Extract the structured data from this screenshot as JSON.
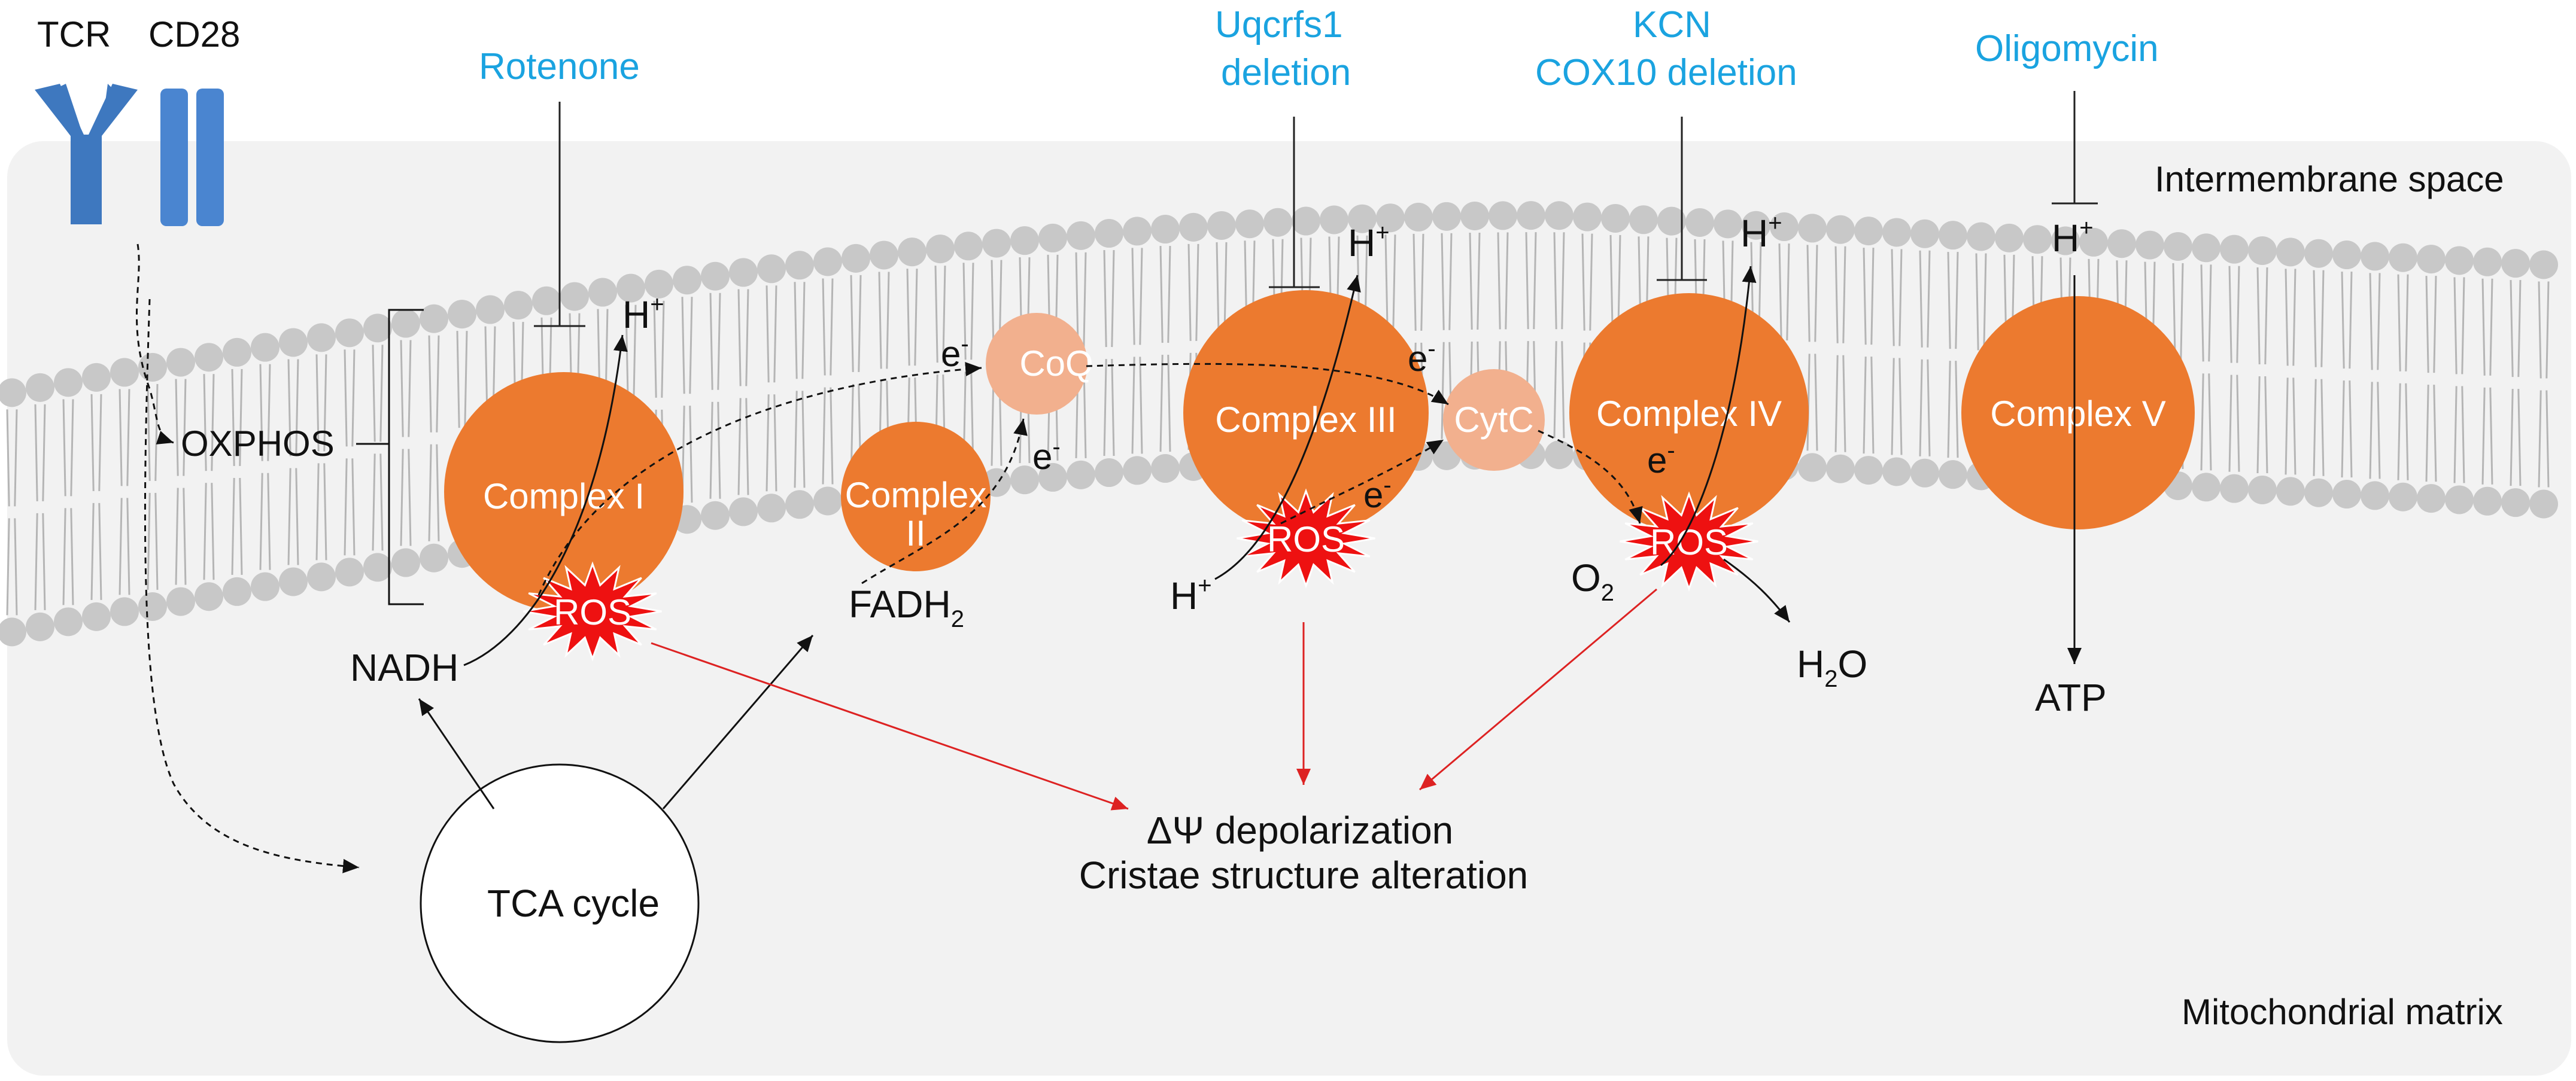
{
  "receptors": {
    "tcr": "TCR",
    "cd28": "CD28"
  },
  "inhibitors": {
    "rotenone": "Rotenone",
    "uqcrfs1_line1": "Uqcrfs1",
    "uqcrfs1_line2": "deletion",
    "kcn_line1": "KCN",
    "kcn_line2": "COX10 deletion",
    "oligomycin": "Oligomycin"
  },
  "regions": {
    "intermembrane": "Intermembrane space",
    "matrix": "Mitochondrial matrix"
  },
  "complexes": {
    "c1": "Complex I",
    "c2_line1": "Complex",
    "c2_line2": "II",
    "c3": "Complex III",
    "c4": "Complex IV",
    "c5": "Complex V"
  },
  "carriers": {
    "coq": "CoQ",
    "cytc": "CytC"
  },
  "labels": {
    "oxphos": "OXPHOS",
    "nadh": "NADH",
    "fadh_base": "FADH",
    "fadh_sub": "2",
    "h": "H",
    "h_sup": "+",
    "e": "e",
    "e_sup": "-",
    "o_base": "O",
    "o_sub": "2",
    "h2o_h": "H",
    "h2o_sub": "2",
    "h2o_o": "O",
    "atp": "ATP",
    "ros": "ROS",
    "tca": "TCA cycle"
  },
  "outcomes": {
    "line1": "ΔΨ depolarization",
    "line2": "Cristae structure alteration"
  },
  "colors": {
    "complex": "#ec7a2f",
    "carrier": "#f2b08e",
    "ros": "#ee1111",
    "inhibitor_text": "#1aa3e0",
    "receptor": "#3e78bf",
    "membrane_head": "#c8c8c8",
    "background_panel": "#f2f2f2",
    "arrow_red": "#dd2222"
  }
}
